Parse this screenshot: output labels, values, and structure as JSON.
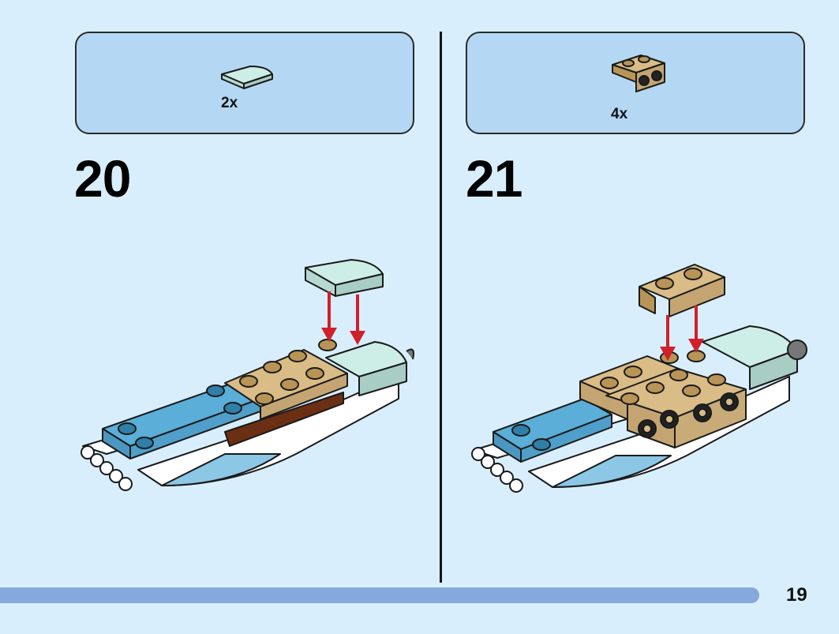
{
  "steps": [
    {
      "number": "20",
      "part_quantity": "2x",
      "part_icon": "light-aqua-curved-slope-icon"
    },
    {
      "number": "21",
      "part_quantity": "4x",
      "part_icon": "tan-bracket-brick-icon"
    }
  ],
  "page_number": "19",
  "colors": {
    "background": "#d9eefc",
    "parts_box": "#b4d8f4",
    "progress_bar": "#86a9dd",
    "arrow": "#d0202a",
    "tan": "#d9bc86",
    "medium_blue": "#5aaed8",
    "light_aqua": "#cdeee6",
    "dark_brown": "#6b2f14"
  }
}
